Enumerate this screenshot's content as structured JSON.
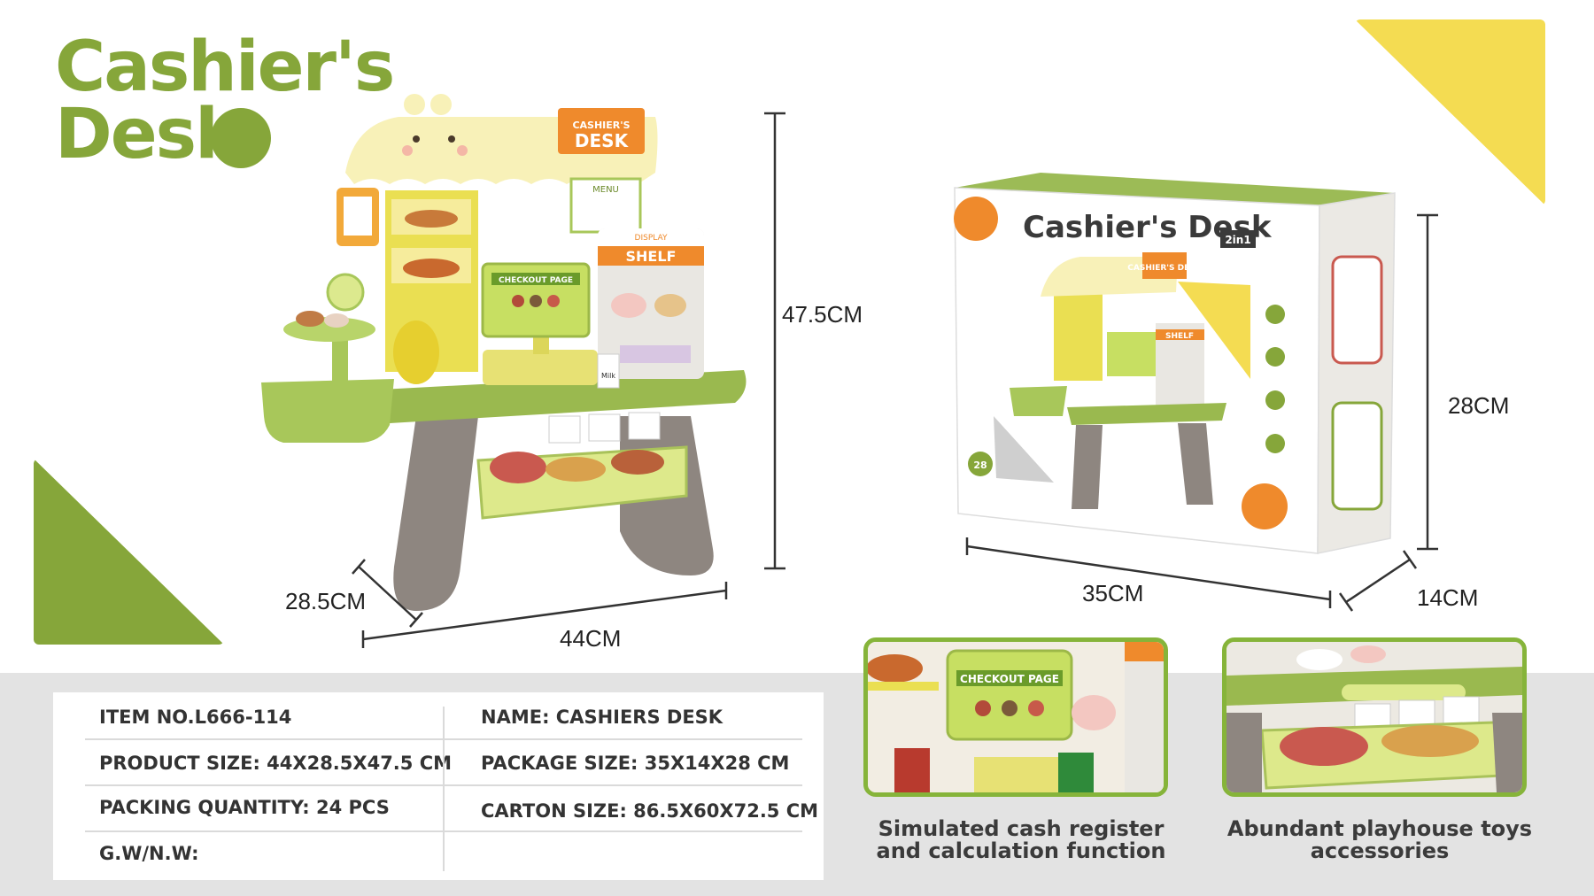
{
  "title": {
    "line1": "Cashier's",
    "line2": "Desk"
  },
  "colors": {
    "brand_green": "#86a63a",
    "accent_yellow": "#f4dc52",
    "band_grey": "#e3e3e3"
  },
  "product_dimensions": {
    "height": "47.5CM",
    "width": "44CM",
    "depth": "28.5CM"
  },
  "box": {
    "title": "Cashier's Desk",
    "badge": "2in1",
    "pieces": "28",
    "awning_sign": "CASHIER'S DESK",
    "shelf_sign": "SHELF"
  },
  "package_dimensions": {
    "width": "35CM",
    "depth": "14CM",
    "height": "28CM"
  },
  "toy": {
    "awning_sign_line1": "CASHIER'S",
    "awning_sign_line2": "DESK",
    "menu_label": "MENU",
    "screen_label": "CHECKOUT PAGE",
    "display_label": "DISPLAY",
    "shelf_label": "SHELF",
    "milk_label": "Milk"
  },
  "specs": {
    "item_no": "ITEM NO.L666-114",
    "name": "NAME: CASHIERS DESK",
    "product_size": "PRODUCT SIZE: 44X28.5X47.5 CM",
    "package_size": "PACKAGE SIZE: 35X14X28 CM",
    "packing_quantity": "PACKING QUANTITY: 24 PCS",
    "carton_size": "CARTON SIZE: 86.5X60X72.5 CM",
    "gw_nw": "G.W/N.W:"
  },
  "features": [
    {
      "caption_line1": "Simulated cash register",
      "caption_line2": "and calculation function",
      "screen_label": "CHECKOUT PAGE"
    },
    {
      "caption_line1": "Abundant playhouse toys",
      "caption_line2": "accessories"
    }
  ]
}
